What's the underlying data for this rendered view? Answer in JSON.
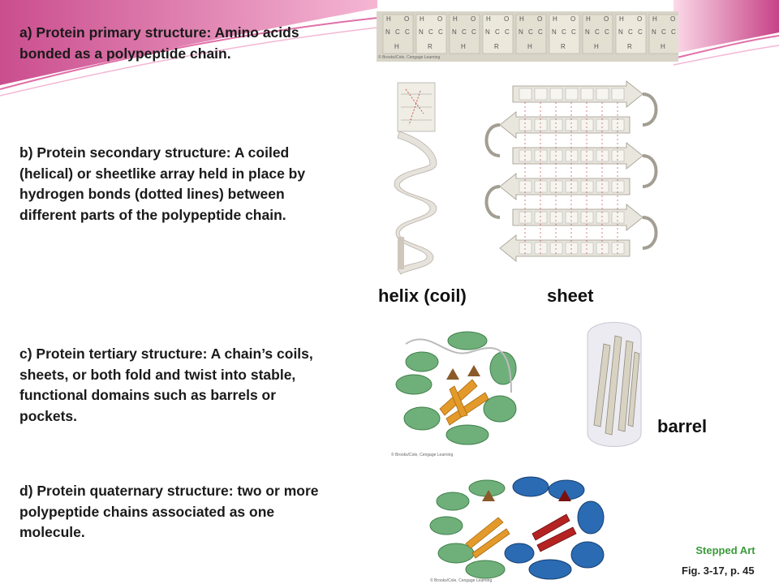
{
  "paragraphs": {
    "a": "a) Protein primary structure: Amino acids bonded as a polypeptide chain.",
    "b": "b) Protein secondary structure: A coiled (helical) or sheetlike array held in place by hydrogen bonds (dotted lines) between different parts of the polypeptide chain.",
    "c": "c) Protein tertiary structure: A chain’s coils, sheets, or both fold and twist into stable, functional domains such as barrels or pockets.",
    "d": "d) Protein quaternary structure: two or more polypeptide chains associated as one molecule."
  },
  "labels": {
    "helix": "helix (coil)",
    "sheet": "sheet",
    "barrel": "barrel"
  },
  "chain_atoms": {
    "top": "H",
    "mid": [
      "N",
      "C",
      "C"
    ],
    "bottom_h": "H",
    "bottom_r": "R",
    "top_o": "O"
  },
  "credit": "© Brooks/Cole, Cengage Learning",
  "stepped_art": "Stepped Art",
  "figure_ref": "Fig. 3-17, p. 45",
  "colors": {
    "accent_pink": "#d9418c",
    "helix_green": "#5aa56a",
    "sheet_orange": "#e39a2a",
    "chain_blue": "#1f5fa8",
    "sheet_red": "#b02020",
    "stepped_green": "#3a9a3a"
  }
}
